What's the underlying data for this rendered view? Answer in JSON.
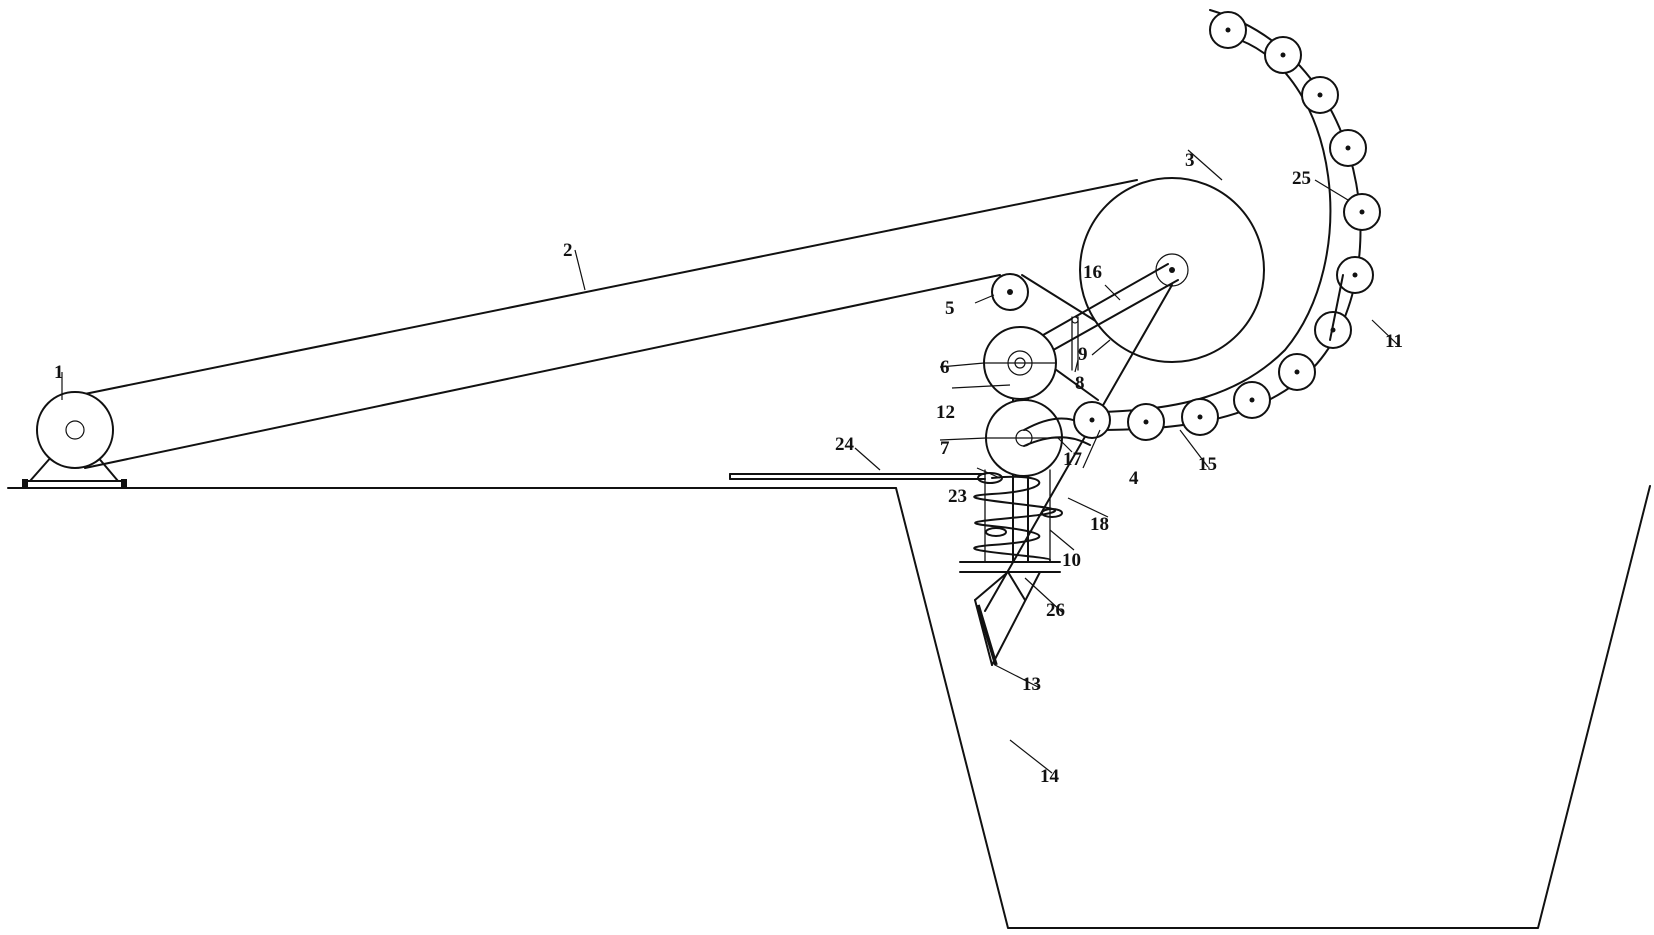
{
  "colors": {
    "line": "#111111",
    "background": "#ffffff"
  },
  "labels": [
    {
      "text": "1",
      "name": "part-label-1"
    },
    {
      "text": "2",
      "name": "part-label-2"
    },
    {
      "text": "3",
      "name": "part-label-3"
    },
    {
      "text": "4",
      "name": "part-label-4"
    },
    {
      "text": "5",
      "name": "part-label-5"
    },
    {
      "text": "6",
      "name": "part-label-6"
    },
    {
      "text": "7",
      "name": "part-label-7"
    },
    {
      "text": "8",
      "name": "part-label-8"
    },
    {
      "text": "9",
      "name": "part-label-9"
    },
    {
      "text": "10",
      "name": "part-label-10"
    },
    {
      "text": "11",
      "name": "part-label-11"
    },
    {
      "text": "12",
      "name": "part-label-12"
    },
    {
      "text": "13",
      "name": "part-label-13"
    },
    {
      "text": "14",
      "name": "part-label-14"
    },
    {
      "text": "15",
      "name": "part-label-15"
    },
    {
      "text": "16",
      "name": "part-label-16"
    },
    {
      "text": "17",
      "name": "part-label-17"
    },
    {
      "text": "18",
      "name": "part-label-18"
    },
    {
      "text": "23",
      "name": "part-label-23"
    },
    {
      "text": "24",
      "name": "part-label-24"
    },
    {
      "text": "25",
      "name": "part-label-25"
    },
    {
      "text": "26",
      "name": "part-label-26"
    }
  ]
}
